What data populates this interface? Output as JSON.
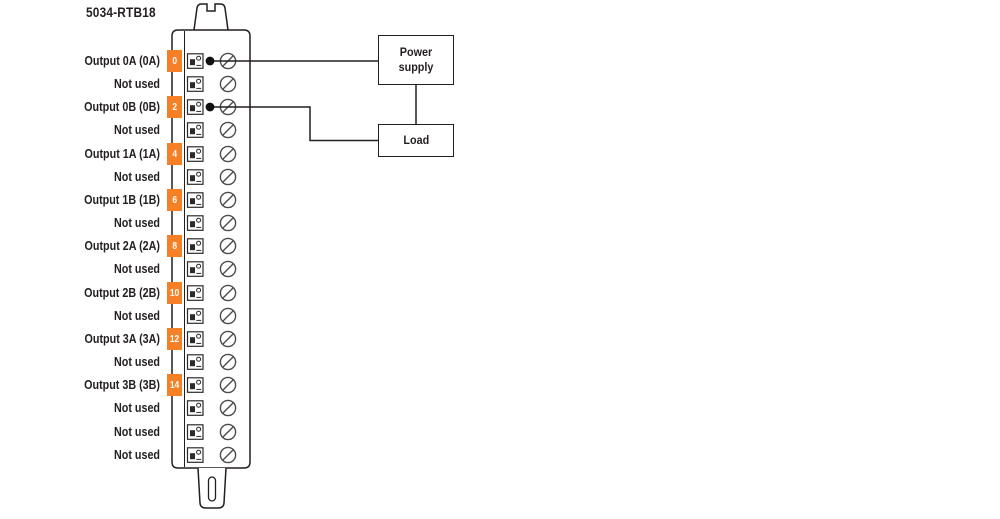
{
  "title": "5034-RTB18",
  "labels": [
    "Output 0A (0A)",
    "Not used",
    "Output 0B (0B)",
    "Not used",
    "Output 1A (1A)",
    "Not used",
    "Output 1B (1B)",
    "Not used",
    "Output 2A (2A)",
    "Not used",
    "Output 2B (2B)",
    "Not used",
    "Output 3A (3A)",
    "Not used",
    "Output 3B (3B)",
    "Not used",
    "Not used",
    "Not used"
  ],
  "tags": [
    "0",
    "2",
    "4",
    "6",
    "8",
    "10",
    "12",
    "14"
  ],
  "boxes": {
    "power_supply": "Power supply",
    "load": "Load"
  },
  "colors": {
    "orange": "#F58025",
    "line": "#231F20",
    "screw": "#4D4D4D"
  }
}
